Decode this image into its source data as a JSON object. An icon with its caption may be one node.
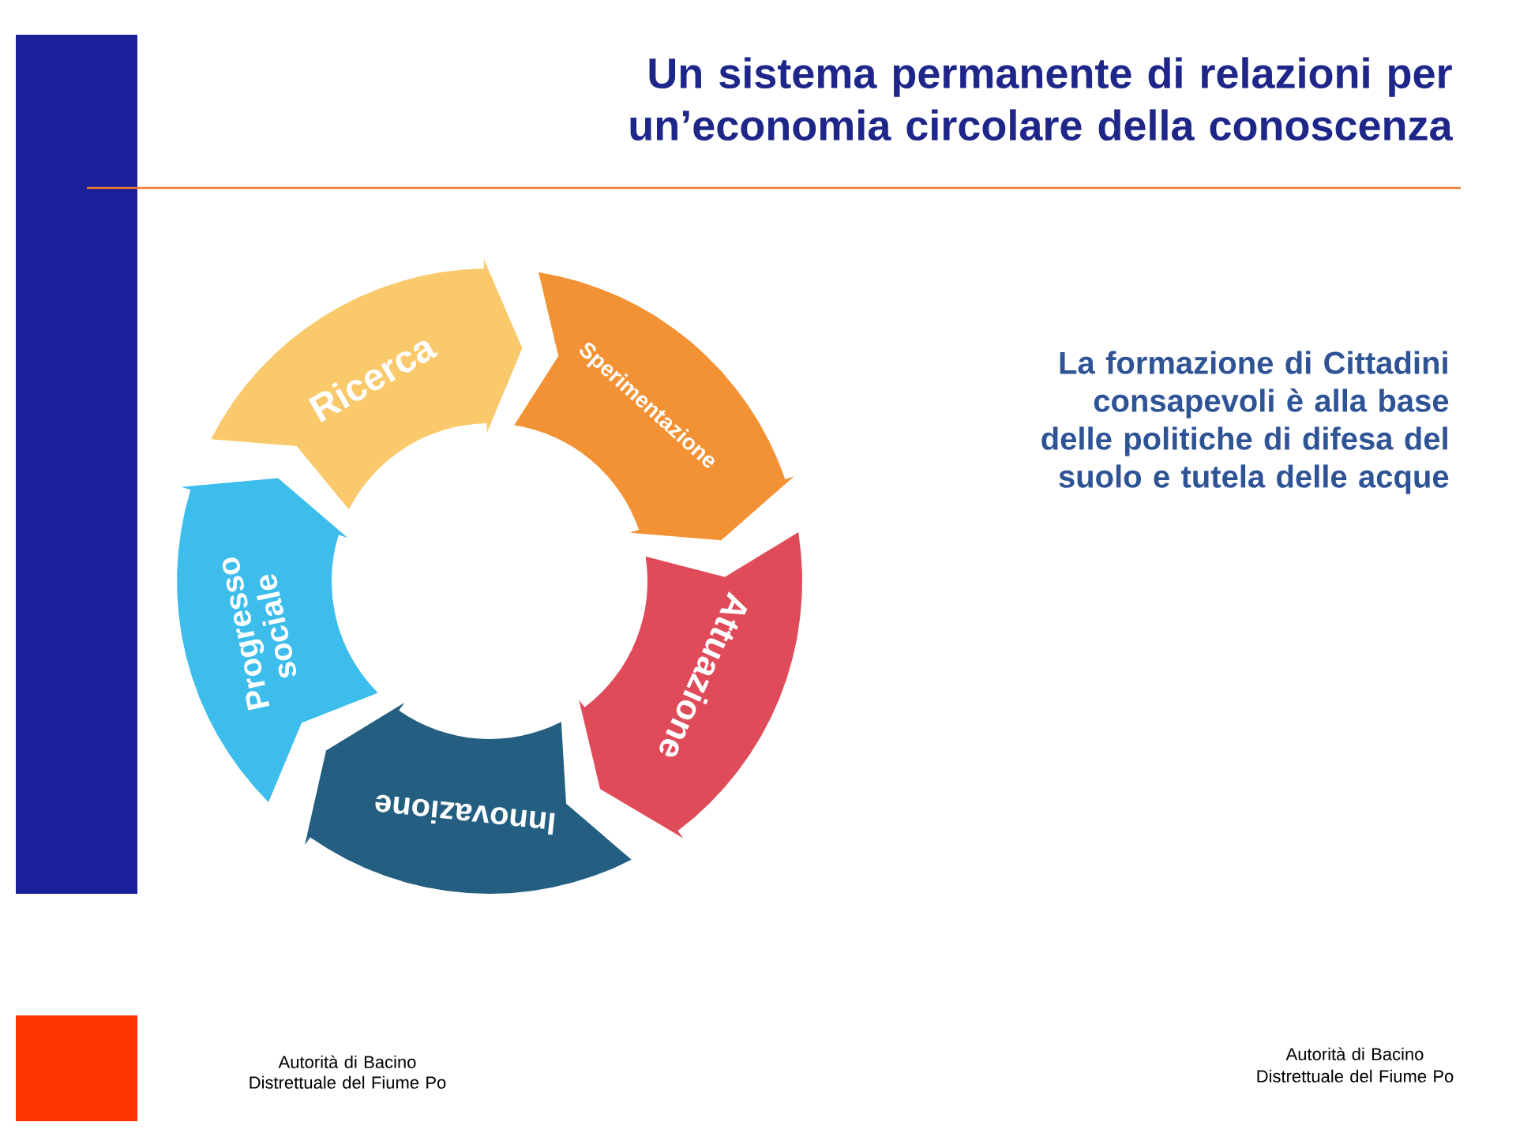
{
  "diagram": {
    "title": "Un sistema permanente di relazioni per un’economia circolare della conoscenza",
    "nodes": [
      {
        "text": [
          "Ricerca"
        ]
      },
      {
        "text": [
          "Sperimentazione"
        ]
      },
      {
        "text": [
          "Attuazione"
        ]
      },
      {
        "text": [
          "Innovazione"
        ]
      },
      {
        "text": [
          "Progresso sociale"
        ]
      }
    ],
    "labels": [
      "La formazione di Cittadini consapevoli è alla base delle politiche di difesa del suolo e tutela delle acque",
      "Autorità di Bacino Distrettuale del Fiume Po",
      "Autorità di Bacino Distrettuale del Fiume Po"
    ]
  }
}
